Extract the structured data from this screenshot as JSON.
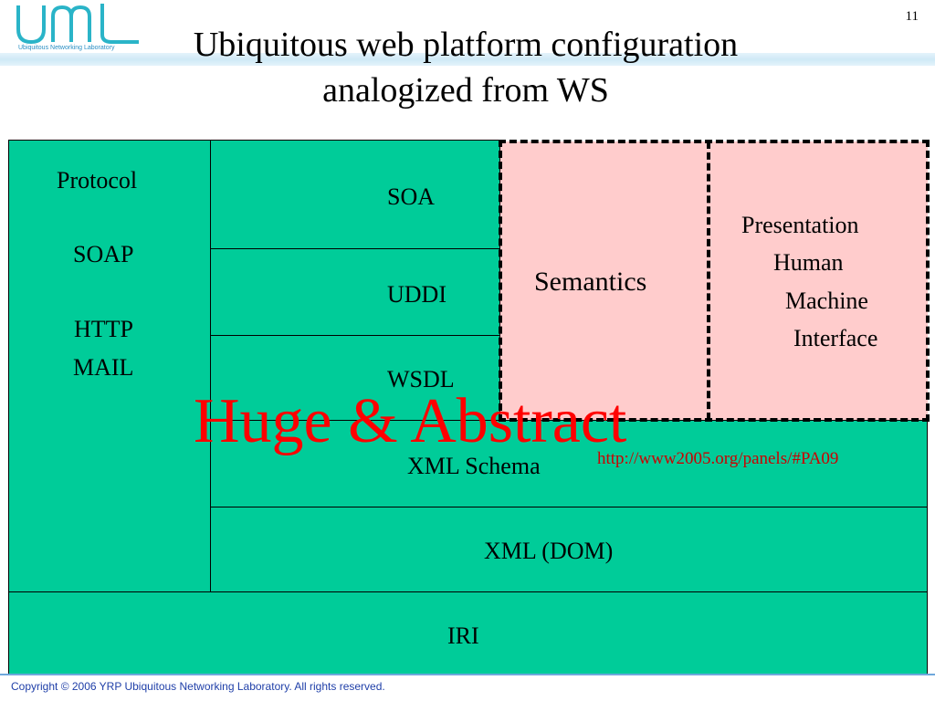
{
  "page_number": "11",
  "logo": {
    "text": "Ubiquitous Networking Laboratory"
  },
  "title": {
    "line1": "Ubiquitous web platform configuration",
    "line2": "analogized from WS"
  },
  "left_column": {
    "protocol": "Protocol",
    "soap": "SOAP",
    "http": "HTTP",
    "mail": "MAIL"
  },
  "layers": {
    "soa": "SOA",
    "uddi": "UDDI",
    "wsdl": "WSDL",
    "xml_schema": "XML Schema",
    "xml_dom": "XML (DOM)",
    "iri": "IRI"
  },
  "semantics": "Semantics",
  "presentation": {
    "line1": "Presentation",
    "line2": "Human",
    "line3": "Machine",
    "line4": "Interface"
  },
  "overlay": "Huge & Abstract",
  "url": "http://www2005.org/panels/#PA09",
  "copyright": "Copyright © 2006 YRP Ubiquitous Networking Laboratory. All rights reserved.",
  "colors": {
    "layer_fill": "#00cc99",
    "highlight_fill": "#ffcccc",
    "overlay_text": "#ff0000",
    "accent_band": "#cfe9f6"
  }
}
